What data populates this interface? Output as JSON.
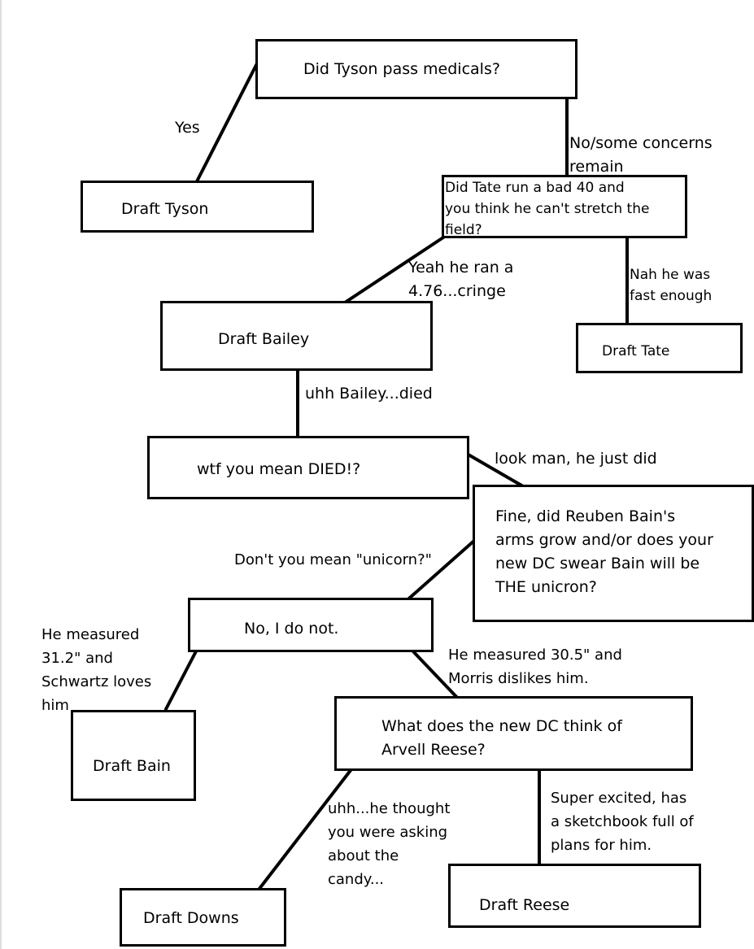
{
  "nodes": {
    "q_tyson": "Did Tyson pass medicals?",
    "draft_tyson": "Draft Tyson",
    "q_tate": "Did Tate run  a bad 40 and\nyou think he can't stretch the\nfield?",
    "draft_bailey": "Draft Bailey",
    "draft_tate": "Draft Tate",
    "q_died": "wtf you mean DIED!?",
    "q_bain": "Fine, did Reuben Bain's\narms grow and/or does your\nnew DC swear Bain will be\nTHE unicron?",
    "no_i_do_not": "No, I do not.",
    "draft_bain": "Draft Bain",
    "q_reese": "What does the new DC think of\nArvell Reese?",
    "draft_downs": "Draft Downs",
    "draft_reese": "Draft Reese"
  },
  "edge_labels": {
    "yes": "Yes",
    "no_some_concerns": "No/some concerns\n    remain",
    "yeah_476": "Yeah he ran a\n4.76...cringe",
    "nah_fast": "Nah he was\nfast enough",
    "bailey_died": "uhh Bailey...died",
    "look_man": "look man, he just did",
    "unicorn": "Don't you mean \"unicorn?\"",
    "measured_312": "He measured\n31.2\" and\nSchwartz loves\nhim",
    "measured_305": "He measured 30.5\" and\nMorris dislikes him.",
    "candy": "uhh...he thought\nyou were asking\nabout the\ncandy...",
    "super_excited": "Super excited, has\na sketchbook full of\nplans for him."
  }
}
